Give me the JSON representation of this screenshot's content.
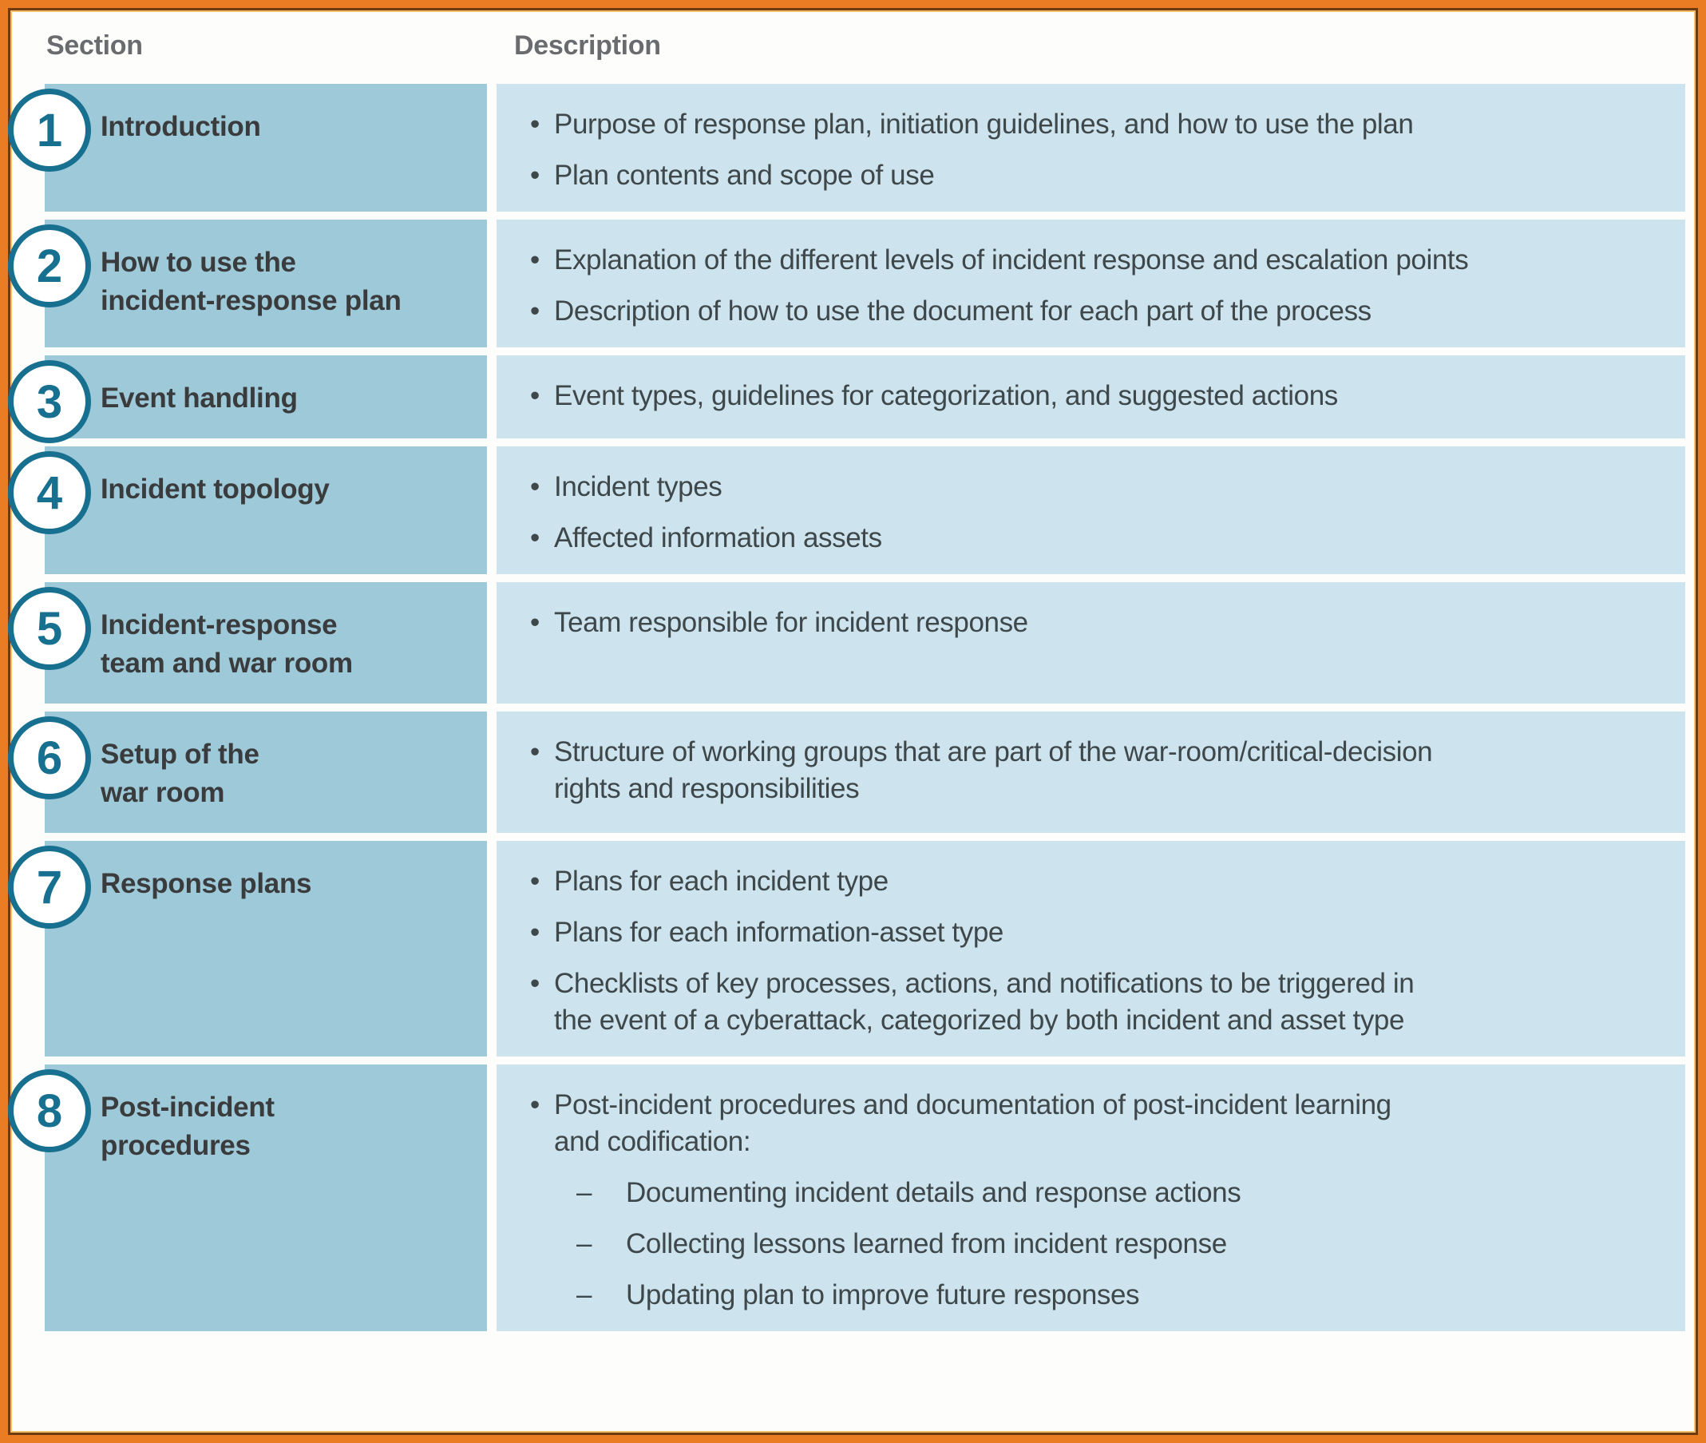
{
  "colors": {
    "frame": "#EA7C23",
    "frame_dark": "#6E3A10",
    "frame_gold": "#F2BE68",
    "section_bg": "#9DC9D9",
    "desc_bg": "#CDE3EE",
    "circle": "#17708F",
    "title_text": "#3A3B3D",
    "desc_text": "#3E4749",
    "header_text": "#6A6B6E"
  },
  "list_markers": {
    "bullet": "•",
    "dash": "–"
  },
  "header": {
    "section_label": "Section",
    "description_label": "Description"
  },
  "rows": [
    {
      "number": "1",
      "title": "Introduction",
      "items": [
        {
          "type": "bullet",
          "text": "Purpose of response plan, initiation guidelines, and how to use the plan"
        },
        {
          "type": "bullet",
          "text": "Plan contents and scope of use"
        }
      ]
    },
    {
      "number": "2",
      "title": "How to use the\nincident-response plan",
      "items": [
        {
          "type": "bullet",
          "text": "Explanation of the different levels of incident response and escalation points"
        },
        {
          "type": "bullet",
          "text": "Description of how to use the document for each part of the process"
        }
      ]
    },
    {
      "number": "3",
      "title": "Event handling",
      "items": [
        {
          "type": "bullet",
          "text": "Event types, guidelines for categorization, and suggested actions"
        }
      ]
    },
    {
      "number": "4",
      "title": "Incident topology",
      "items": [
        {
          "type": "bullet",
          "text": "Incident types"
        },
        {
          "type": "bullet",
          "text": "Affected information assets"
        }
      ]
    },
    {
      "number": "5",
      "title": "Incident-response\nteam and war room",
      "items": [
        {
          "type": "bullet",
          "text": "Team responsible for incident response"
        }
      ]
    },
    {
      "number": "6",
      "title": "Setup of the\nwar room",
      "items": [
        {
          "type": "bullet",
          "text": "Structure of working groups that are part of the war-room/critical-decision\nrights and responsibilities"
        }
      ]
    },
    {
      "number": "7",
      "title": "Response plans",
      "items": [
        {
          "type": "bullet",
          "text": "Plans for each incident type"
        },
        {
          "type": "bullet",
          "text": "Plans for each information-asset type"
        },
        {
          "type": "bullet",
          "text": "Checklists of key processes, actions, and notifications to be triggered in\nthe event of a cyberattack, categorized by both incident and asset type"
        }
      ]
    },
    {
      "number": "8",
      "title": "Post-incident\nprocedures",
      "items": [
        {
          "type": "bullet",
          "text": "Post-incident procedures and documentation of post-incident learning\nand codification:"
        },
        {
          "type": "dash",
          "text": "Documenting incident details and response actions"
        },
        {
          "type": "dash",
          "text": "Collecting lessons learned from incident response"
        },
        {
          "type": "dash",
          "text": "Updating plan to improve future responses"
        }
      ]
    }
  ]
}
